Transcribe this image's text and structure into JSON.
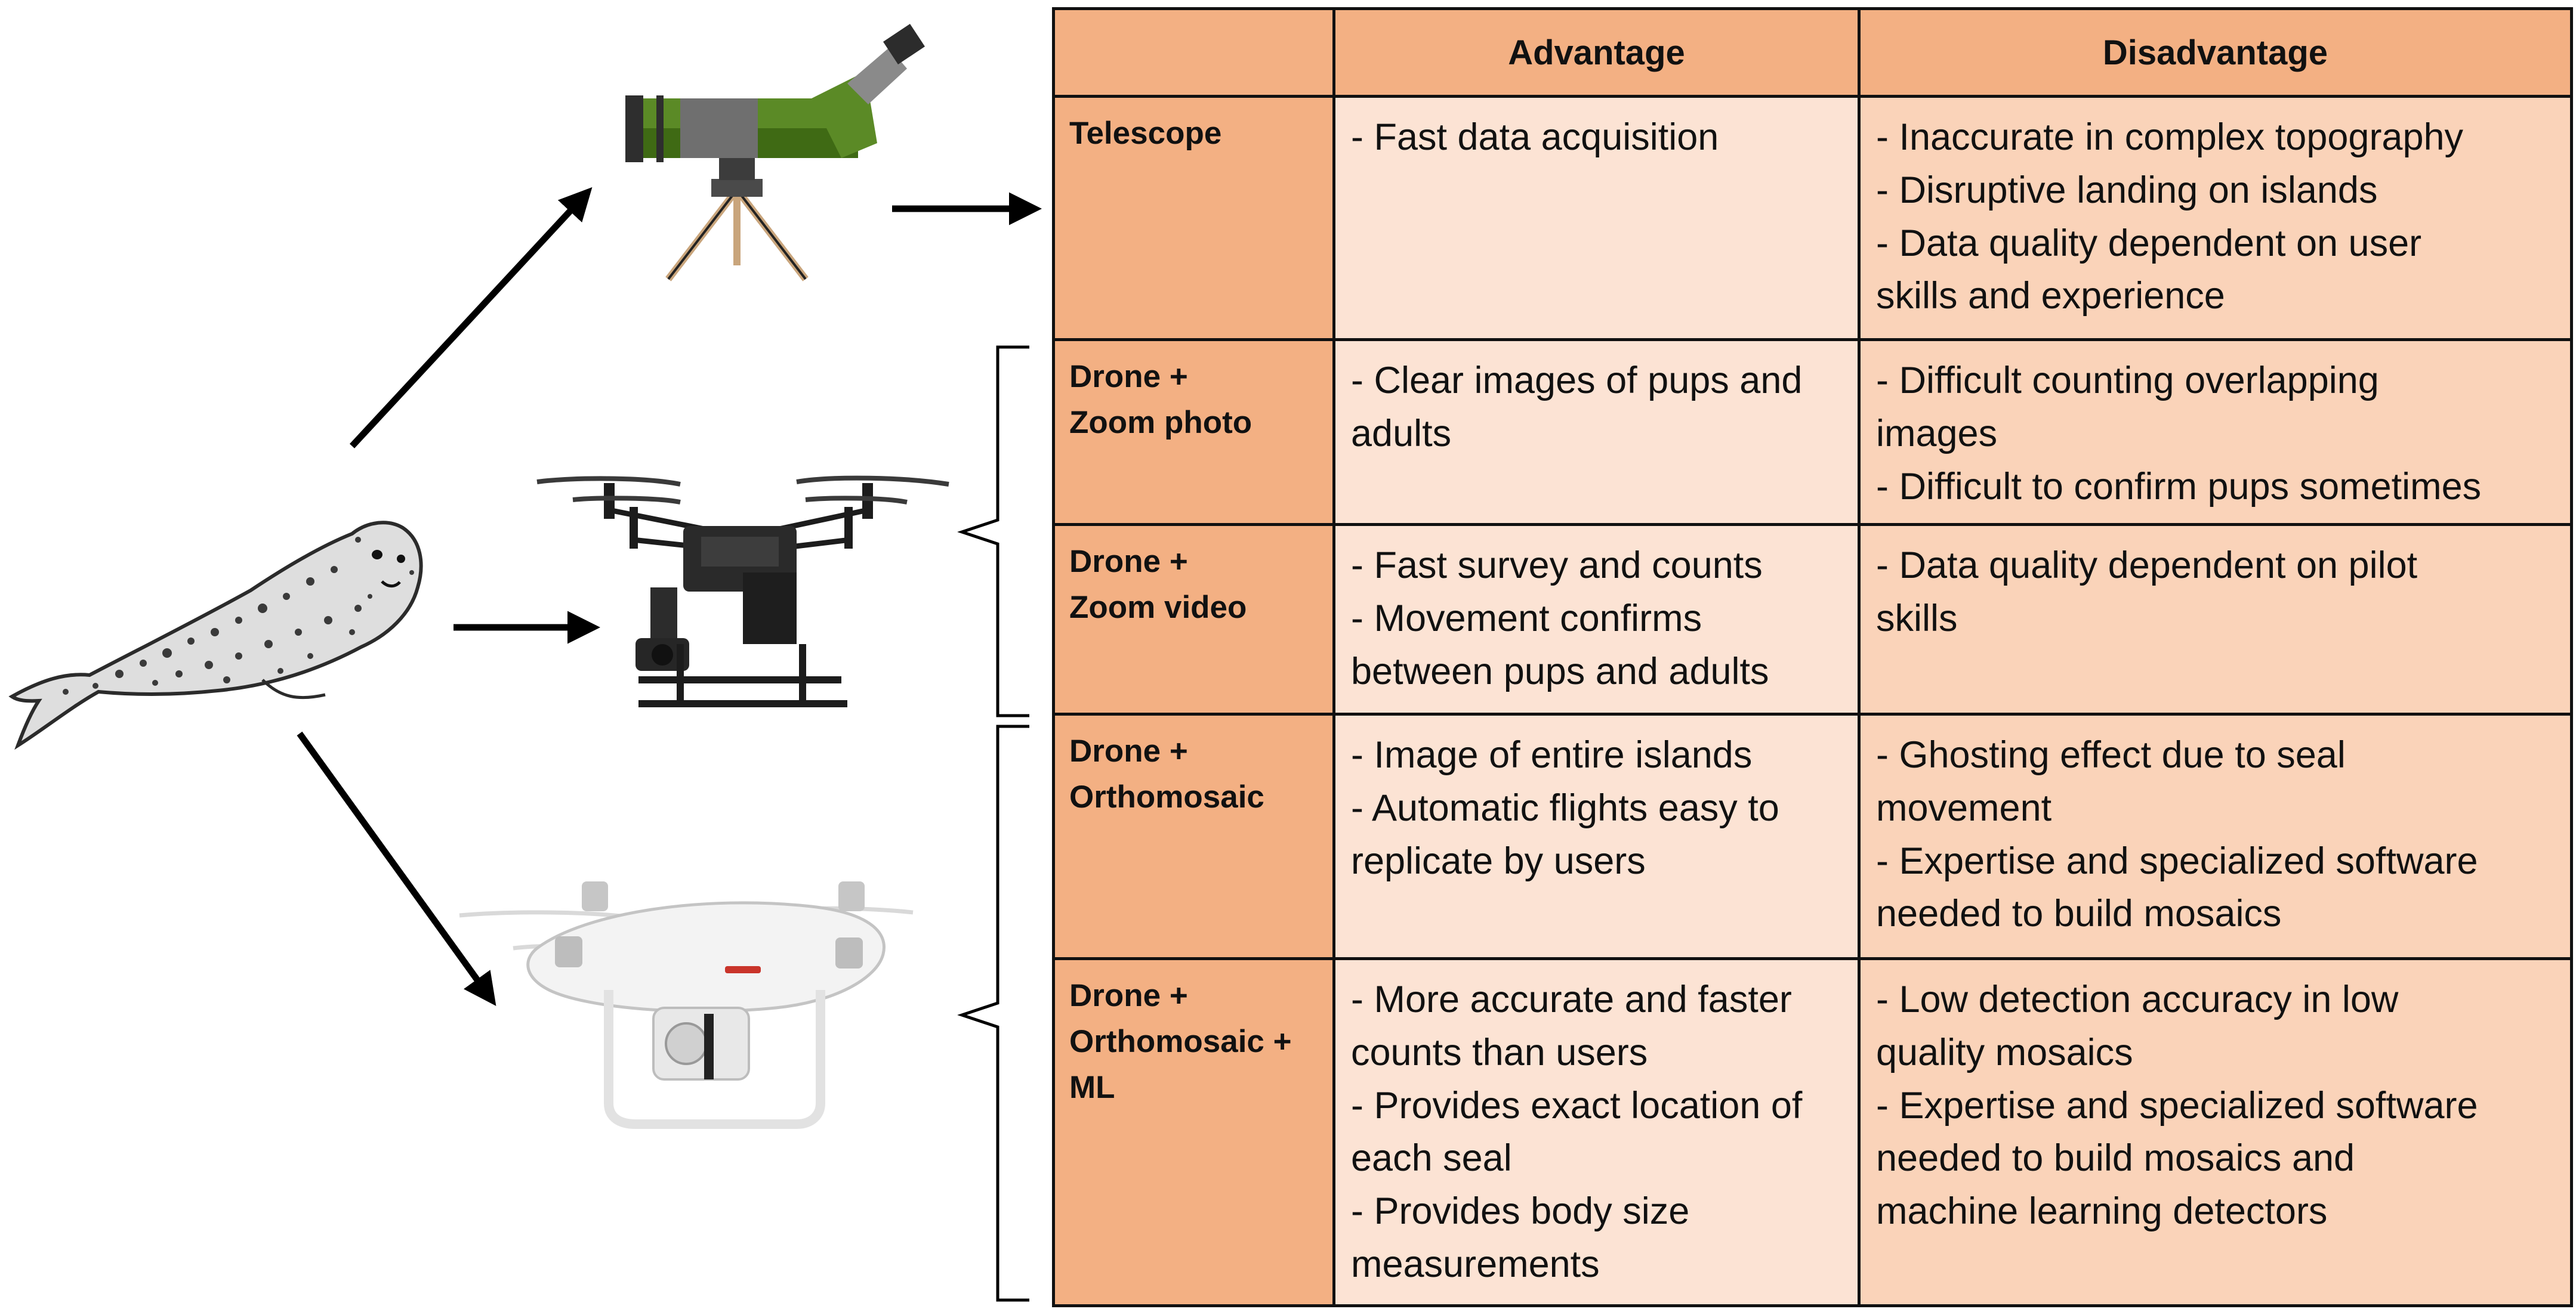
{
  "table": {
    "headers": [
      "",
      "Advantage",
      "Disadvantage"
    ],
    "rows": [
      {
        "method": [
          "Telescope"
        ],
        "advantage": [
          [
            "- Fast data acquisition"
          ]
        ],
        "disadvantage": [
          [
            "- Inaccurate in complex topography"
          ],
          [
            "- Disruptive landing on islands"
          ],
          [
            "- Data quality dependent on user",
            "skills and experience"
          ]
        ]
      },
      {
        "method": [
          "Drone +",
          "Zoom photo"
        ],
        "advantage": [
          [
            "- Clear images of pups and",
            "adults"
          ]
        ],
        "disadvantage": [
          [
            "- Difficult counting overlapping",
            "images"
          ],
          [
            "- Difficult to confirm pups sometimes"
          ]
        ]
      },
      {
        "method": [
          "Drone +",
          "Zoom video"
        ],
        "advantage": [
          [
            "- Fast survey and counts"
          ],
          [
            "- Movement confirms",
            "between pups and adults"
          ]
        ],
        "disadvantage": [
          [
            "- Data quality dependent on pilot",
            "skills"
          ]
        ]
      },
      {
        "method": [
          "Drone +",
          "Orthomosaic"
        ],
        "advantage": [
          [
            "- Image of entire islands"
          ],
          [
            "- Automatic flights easy to",
            "replicate by users"
          ]
        ],
        "disadvantage": [
          [
            "- Ghosting effect due to seal",
            "movement"
          ],
          [
            "- Expertise and specialized software",
            "needed to build mosaics"
          ]
        ]
      },
      {
        "method": [
          "Drone +",
          "Orthomosaic +",
          "ML"
        ],
        "advantage": [
          [
            "- More accurate and faster",
            "counts than users"
          ],
          [
            "- Provides exact location of",
            "each seal"
          ],
          [
            "- Provides body size",
            "measurements"
          ]
        ],
        "disadvantage": [
          [
            "- Low detection accuracy in low",
            "quality mosaics"
          ],
          [
            "- Expertise and specialized software",
            "needed to build mosaics and",
            "machine learning detectors"
          ]
        ]
      }
    ]
  },
  "illustrations": {
    "seal": "seal-illustration",
    "telescope": "spotting-scope-icon",
    "zoom_drone": "industrial-quadcopter-icon",
    "mapping_drone": "phantom-quadcopter-icon"
  },
  "colors": {
    "header_fill": "#f3b083",
    "method_fill": "#f3b083",
    "advantage_fill": "#fce3d4",
    "disadvantage_fill": "#fad3b9",
    "telescope_green": "#5b8a26",
    "border": "#111111"
  }
}
